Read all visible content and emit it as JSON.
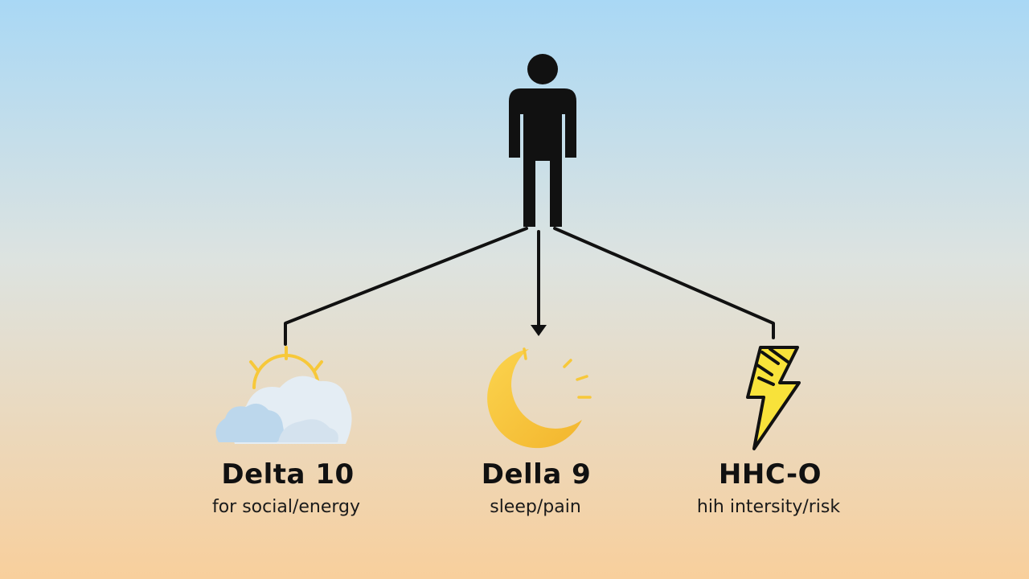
{
  "colors": {
    "sky_top": "#a9d8f5",
    "sky_mid": "#dde3e0",
    "sky_bottom": "#f8cf9c",
    "ink": "#111111",
    "sun_yellow": "#f9c93a",
    "moon_yellow": "#f8c53c",
    "cloud_light": "#e6eef5",
    "cloud_blue": "#b8d6ec",
    "bolt_yellow": "#f8e23a"
  },
  "person": {
    "icon": "person-icon"
  },
  "branches": [
    {
      "icon": "sun-cloud-icon",
      "title": "Delta 10",
      "subtitle": "for social/energy"
    },
    {
      "icon": "moon-icon",
      "title": "Della 9",
      "subtitle": "sleep/pain"
    },
    {
      "icon": "lightning-bolt-icon",
      "title": "HHC-O",
      "subtitle": "hih intersity/risk"
    }
  ]
}
